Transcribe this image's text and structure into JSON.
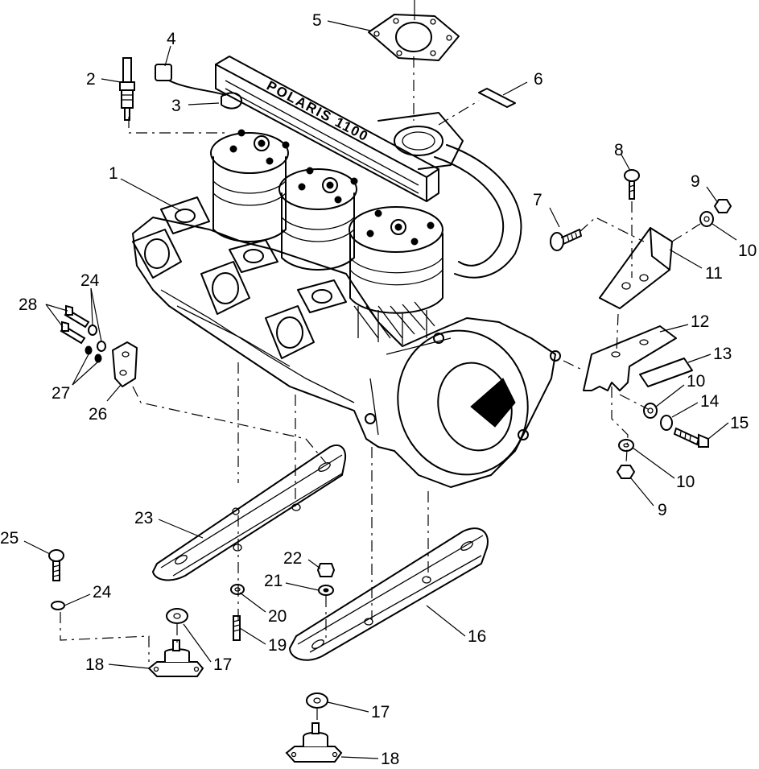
{
  "diagram": {
    "engine_logo_text": "POLARIS 1100",
    "callouts": [
      {
        "id": "c1",
        "label": "1"
      },
      {
        "id": "c2",
        "label": "2"
      },
      {
        "id": "c3",
        "label": "3"
      },
      {
        "id": "c4",
        "label": "4"
      },
      {
        "id": "c5",
        "label": "5"
      },
      {
        "id": "c6",
        "label": "6"
      },
      {
        "id": "c7",
        "label": "7"
      },
      {
        "id": "c8",
        "label": "8"
      },
      {
        "id": "c9a",
        "label": "9"
      },
      {
        "id": "c9b",
        "label": "9"
      },
      {
        "id": "c10a",
        "label": "10"
      },
      {
        "id": "c10b",
        "label": "10"
      },
      {
        "id": "c10c",
        "label": "10"
      },
      {
        "id": "c11",
        "label": "11"
      },
      {
        "id": "c12",
        "label": "12"
      },
      {
        "id": "c13",
        "label": "13"
      },
      {
        "id": "c14",
        "label": "14"
      },
      {
        "id": "c15",
        "label": "15"
      },
      {
        "id": "c16",
        "label": "16"
      },
      {
        "id": "c17a",
        "label": "17"
      },
      {
        "id": "c17b",
        "label": "17"
      },
      {
        "id": "c18a",
        "label": "18"
      },
      {
        "id": "c18b",
        "label": "18"
      },
      {
        "id": "c19",
        "label": "19"
      },
      {
        "id": "c20",
        "label": "20"
      },
      {
        "id": "c21",
        "label": "21"
      },
      {
        "id": "c22",
        "label": "22"
      },
      {
        "id": "c23",
        "label": "23"
      },
      {
        "id": "c24a",
        "label": "24"
      },
      {
        "id": "c24b",
        "label": "24"
      },
      {
        "id": "c25",
        "label": "25"
      },
      {
        "id": "c26",
        "label": "26"
      },
      {
        "id": "c27",
        "label": "27"
      },
      {
        "id": "c28",
        "label": "28"
      }
    ]
  }
}
